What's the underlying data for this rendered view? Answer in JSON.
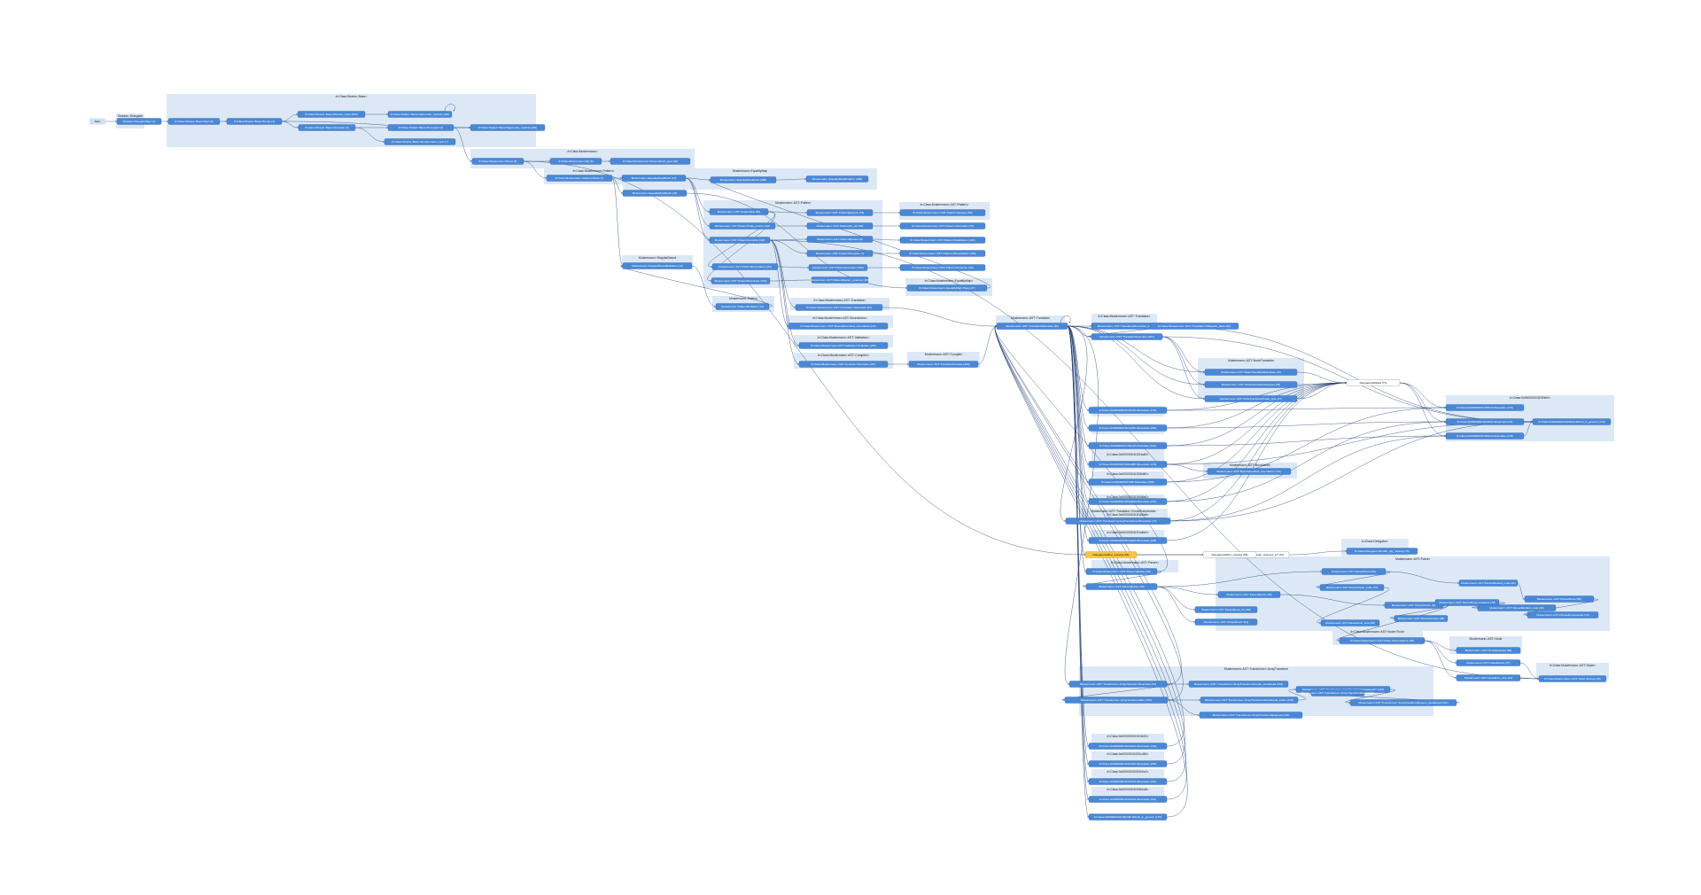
{
  "clusters": [
    {
      "id": "c1",
      "label": "Shadow::Delegator"
    },
    {
      "id": "c2",
      "label": "#<Class:Stratos::Base>"
    },
    {
      "id": "c3",
      "label": "#<Class:Mustermann>"
    },
    {
      "id": "c4",
      "label": "#<Class:Mustermann::Pattern>"
    },
    {
      "id": "c5",
      "label": "Mustermann::EqualityMap"
    },
    {
      "id": "c6",
      "label": "#<Class:Mustermann::AST::Pattern>"
    },
    {
      "id": "c7",
      "label": "Mustermann::AST::Pattern"
    },
    {
      "id": "c8",
      "label": "Mustermann::RegularBased"
    },
    {
      "id": "c9",
      "label": "#<Class:Mustermann::EqualityMap>"
    },
    {
      "id": "c10",
      "label": "Mustermann::Pattern"
    },
    {
      "id": "c11",
      "label": "#<Class:Mustermann::AST::Translator>"
    },
    {
      "id": "c12",
      "label": "#<Class:Mustermann::AST::Boundaries>"
    },
    {
      "id": "c13",
      "label": "#<Class:Mustermann::AST::Validation>"
    },
    {
      "id": "c14",
      "label": "#<Class:Mustermann::AST::Compiler>"
    },
    {
      "id": "c15",
      "label": "Mustermann::AST::Compiler"
    },
    {
      "id": "c16",
      "label": "Mustermann::AST::Translator"
    },
    {
      "id": "c17",
      "label": "#<Class:Mustermann::AST::Translator>"
    },
    {
      "id": "c18",
      "label": "Mustermann::AST::NodeTranslator"
    },
    {
      "id": "c19",
      "label": "#<Class:0x00000001f1f20fe0>"
    },
    {
      "id": "c20",
      "label": "Mustermann::AST::Boundaries"
    },
    {
      "id": "c21",
      "label": "Mustermann::AST::Translator::GroupTransformer"
    },
    {
      "id": "c22",
      "label": "#<Class:Delegator>"
    },
    {
      "id": "c23",
      "label": "Mustermann::AST::Parser"
    },
    {
      "id": "c24",
      "label": "#<Class:Mustermann::AST::Parser>"
    },
    {
      "id": "c25",
      "label": "#<Class:Mustermann::AST::Node::Root>"
    },
    {
      "id": "c26",
      "label": "Mustermann::AST::Node"
    },
    {
      "id": "c27",
      "label": "#<Class:Mustermann::AST::Node>"
    },
    {
      "id": "c28",
      "label": "Mustermann::AST::Transformer::ArrayTransform"
    },
    {
      "id": "c29",
      "label": "#<Class:0x00000001f1f16c40>"
    },
    {
      "id": "c30",
      "label": "#<Class:0x00000001f1f1a258>"
    },
    {
      "id": "c31",
      "label": "#<Class:0x00000001f1f0a1f0>"
    },
    {
      "id": "c32",
      "label": "#<Class:0x00000001f1f0e688>"
    },
    {
      "id": "c33",
      "label": "#<Class:0x00000001f1f0ff>"
    },
    {
      "id": "c34",
      "label": "#<Class:0x00000001f1f0d8a0>"
    },
    {
      "id": "c35",
      "label": "#<Class:0x00000001f1f1b5d8>"
    },
    {
      "id": "c36",
      "label": "#<Class:0x00000001f1f1a8e0>"
    },
    {
      "id": "c37",
      "label": "#<Class:0x00000001f1f24b20>"
    },
    {
      "id": "c38",
      "label": "#<Class:0x00000001f1f2c460>"
    },
    {
      "id": "c39",
      "label": "#<Class:0x00000001f1f2e0c0>"
    },
    {
      "id": "c40",
      "label": "#<Class:0x00000001f1f3b2d8>"
    },
    {
      "id": "c41",
      "label": "#<Class:0x00000001f1f34a80>"
    },
    {
      "id": "c42",
      "label": "#<Class:0x00000001f1f36d60>"
    }
  ],
  "nodes": [
    {
      "id": "start",
      "label": "Start"
    },
    {
      "id": "n1",
      "label": "Shadow::Delegator#get (1)"
    },
    {
      "id": "n2",
      "label": "#<Class:Stratos::Base>#get (2)"
    },
    {
      "id": "n3",
      "label": "#<Class:Stratos::Base>#route (3)"
    },
    {
      "id": "n4",
      "label": "#<Class:Stratos::Base>#invoke_hook (202)"
    },
    {
      "id": "n5",
      "label": "#<Class:Stratos::Base>#generate_method (202)"
    },
    {
      "id": "n6",
      "label": "#<Class:Stratos::Base>#compile (4)"
    },
    {
      "id": "n7",
      "label": "#<Class:Stratos::Base>#compile! (4)"
    },
    {
      "id": "n8",
      "label": "#<Class:Stratos::Base>#mustermann_opts (7)"
    },
    {
      "id": "n9",
      "label": "#<Class:Stratos::Base>#generate_method (202)"
    },
    {
      "id": "n10",
      "label": "#<Class:Mustermann>#new (5)"
    },
    {
      "id": "n11",
      "label": "#<Class:Mustermann>#[] (6)"
    },
    {
      "id": "n12",
      "label": "#<Class:Mustermann>#normalized_type (10)"
    },
    {
      "id": "n13",
      "label": "#<Class:Mustermann::Pattern>#new (7)"
    },
    {
      "id": "n14",
      "label": "Mustermann::EqualityMap#fetch (13)"
    },
    {
      "id": "n15",
      "label": "Mustermann::EqualityMap#track (285)"
    },
    {
      "id": "n16",
      "label": "Mustermann::EqualityMap#finalizer (288)"
    },
    {
      "id": "n17",
      "label": "Mustermann::EqualityMap#fetch (23)"
    },
    {
      "id": "n18",
      "label": "Mustermann::AST::Pattern#ast (90)"
    },
    {
      "id": "n19",
      "label": "Mustermann::AST::Pattern#map_param (118)"
    },
    {
      "id": "n20",
      "label": "Mustermann::AST::Pattern#compile (103)"
    },
    {
      "id": "n21",
      "label": "Mustermann::AST::Pattern#params (76)"
    },
    {
      "id": "n22",
      "label": "Mustermann::AST::Pattern#to_ast (83)"
    },
    {
      "id": "n23",
      "label": "Mustermann::AST::Pattern#parser (9)"
    },
    {
      "id": "n24",
      "label": "Mustermann::AST::Pattern#compiler (7)"
    },
    {
      "id": "n25",
      "label": "Mustermann::AST::Pattern#boundaries (84)"
    },
    {
      "id": "n26",
      "label": "Mustermann::AST::Pattern#translator (110)"
    },
    {
      "id": "n27",
      "label": "Mustermann::AST::Pattern#param_scanner (109)"
    },
    {
      "id": "n28",
      "label": "Mustermann::AST::Pattern#compiler (106)"
    },
    {
      "id": "n29",
      "label": "#<Class:Mustermann::AST::Pattern>#parser (60)"
    },
    {
      "id": "n30",
      "label": "#<Class:Mustermann::AST::Pattern>#compiler (73)"
    },
    {
      "id": "n31",
      "label": "#<Class:Mustermann::AST::Pattern>#validation (103)"
    },
    {
      "id": "n32",
      "label": "#<Class:Mustermann::AST::Pattern>#boundaries (108)"
    },
    {
      "id": "n33",
      "label": "#<Class:Mustermann::AST::Pattern>#scanner (90)"
    },
    {
      "id": "n34",
      "label": "Mustermann::RegularBased#initialize (13)"
    },
    {
      "id": "n35",
      "label": "Mustermann::Pattern#initialize (72)"
    },
    {
      "id": "n36",
      "label": "#<Class:Mustermann::EqualityMap>#new (27)"
    },
    {
      "id": "n37",
      "label": "#<Class:Mustermann::AST::Translator>#translate (64)"
    },
    {
      "id": "n38",
      "label": "#<Class:Mustermann::AST::Boundaries>#set_boundaries (15)"
    },
    {
      "id": "n39",
      "label": "#<Class:Mustermann::AST::Validation>#validate (230)"
    },
    {
      "id": "n40",
      "label": "#<Class:Mustermann::AST::Compiler>#compile (187)"
    },
    {
      "id": "n41",
      "label": "Mustermann::AST::Compiler#compile (159)"
    },
    {
      "id": "n42",
      "label": "Mustermann::AST::Translator#translate (96)"
    },
    {
      "id": "n43",
      "label": "Mustermann::AST::Translator#decorator_for (79)"
    },
    {
      "id": "n44",
      "label": "#<Class:Mustermann::AST::Translator>#dispatch_table (36)"
    },
    {
      "id": "n45",
      "label": "Mustermann::AST::NodeTranslator#translate (19)"
    },
    {
      "id": "n46",
      "label": "Mustermann::AST::NodeTranslator#payload (25)"
    },
    {
      "id": "n47",
      "label": "Mustermann::AST::NodeTranslator#node_type (27)"
    },
    {
      "id": "n48",
      "label": "Mustermann::AST::Translator#translate (101)"
    },
    {
      "id": "n49",
      "label": "DelegatorAt#alias (71)"
    },
    {
      "id": "n50",
      "label": "#<Class:0x00000001f1f20fe0>#translate (176)"
    },
    {
      "id": "n51",
      "label": "#<Class:0x00000001f1f20fe0>#payload (174)"
    },
    {
      "id": "n52",
      "label": "#<Class:0x00000001f1f20fe0>#translate (178)"
    },
    {
      "id": "n53",
      "label": "#<Class:0x00000001f1f20fe0>#block_in_generic (179)"
    },
    {
      "id": "n54",
      "label": "#<Class:0x00000001f1f16c40>#translate (178)"
    },
    {
      "id": "n55",
      "label": "#<Class:0x00000001f1f1a258>#translate (205)"
    },
    {
      "id": "n56",
      "label": "#<Class:0x00000001f1f0a1f0>#translate (190)"
    },
    {
      "id": "n57",
      "label": "#<Class:0x00000001f1f0e688>#translate (178)"
    },
    {
      "id": "n58",
      "label": "#<Class:0x00000001f1f0ff>#translate (158)"
    },
    {
      "id": "n59",
      "label": "#<Class:0x00000001f1f0d8a0>#translate (207)"
    },
    {
      "id": "n60",
      "label": "#<Class:0x00000001f1f1b5d8>#translate (206)"
    },
    {
      "id": "n61",
      "label": "Mustermann::AST::Boundaries#set_boundaries (107)"
    },
    {
      "id": "n62",
      "label": "Mustermann::AST::Translator::GroupTransformer#translate (77)"
    },
    {
      "id": "n63",
      "label": "#<Class:0x00000001f1f1a8e0>#translate (225)"
    },
    {
      "id": "n64",
      "label": "DelegatorAt#but_missing (66)"
    },
    {
      "id": "n65",
      "label": "DelegatorAt#begin_respond_to? (67)"
    },
    {
      "id": "n66",
      "label": "#<Class:Delegator>#public_api_missing (76)"
    },
    {
      "id": "n67",
      "label": "#<Class:Mustermann::AST::Parser>#parse (53)"
    },
    {
      "id": "n68",
      "label": "Mustermann::AST::Parser#parse (28)"
    },
    {
      "id": "n69",
      "label": "Mustermann::AST::Parser#read (34)"
    },
    {
      "id": "n70",
      "label": "Mustermann::AST::Parser#read_suffix (57)"
    },
    {
      "id": "n71",
      "label": "Mustermann::AST::Parser#getch (46)"
    },
    {
      "id": "n72",
      "label": "Mustermann::AST::Parser#node (48)"
    },
    {
      "id": "n73",
      "label": "Mustermann::AST::Parser#default_node (92)"
    },
    {
      "id": "n74",
      "label": "Mustermann::AST::Parser#read_brackets (79)"
    },
    {
      "id": "n75",
      "label": "Mustermann::AST::Parser#default_node (46)"
    },
    {
      "id": "n76",
      "label": "Mustermann::AST::Parser#read_list (58)"
    },
    {
      "id": "n77",
      "label": "Mustermann::AST::Parser#eos? (41)"
    },
    {
      "id": "n78",
      "label": "Mustermann::AST::Parser#expect (98)"
    },
    {
      "id": "n79",
      "label": "Mustermann::AST::Parser#scan (58)"
    },
    {
      "id": "n80",
      "label": "Mustermann::AST::Parser#unexpected (72)"
    },
    {
      "id": "n81",
      "label": "Mustermann::AST::Parser#min_size (48)"
    },
    {
      "id": "n82",
      "label": "#<Class:Mustermann::AST::Node::Root>#parse (38)"
    },
    {
      "id": "n83",
      "label": "Mustermann::AST::Node#payload (59)"
    },
    {
      "id": "n84",
      "label": "Mustermann::AST::Node#parse (37)"
    },
    {
      "id": "n85",
      "label": "Mustermann::AST::Node#min_size (23)"
    },
    {
      "id": "n86",
      "label": "#<Class:Mustermann::AST::Node>#parse (28)"
    },
    {
      "id": "n87",
      "label": "Mustermann::AST::Transformer::ArrayTransform#translate (33)"
    },
    {
      "id": "n88",
      "label": "Mustermann::AST::Transformer::ArrayTransform#create_lookahead (134)"
    },
    {
      "id": "n89",
      "label": "Mustermann::AST::Transformer::ArrayTransform#list (159)"
    },
    {
      "id": "n90",
      "label": "Mustermann::AST::Transformer::ArrayTransform#lookahead_buffer (126)"
    },
    {
      "id": "n91",
      "label": "Mustermann::AST::Transformer::ArrayTransform#lookahead? (128)"
    },
    {
      "id": "n92",
      "label": "Mustermann::AST::Transformer::ArrayTransform#expect_lookahead (131)"
    },
    {
      "id": "n93",
      "label": "Mustermann::AST::Transformer::ArrayTransform#payload (132)"
    },
    {
      "id": "n94",
      "label": "Mustermann::AST::Transformer::ArrayTransform#track (119)"
    },
    {
      "id": "n95",
      "label": "#<Class:0x00000001f1f24b20>#translate (191)"
    },
    {
      "id": "n96",
      "label": "#<Class:0x00000001f1f2c460>#translate (208)"
    },
    {
      "id": "n97",
      "label": "#<Class:0x00000001f1f2e0c0>#translate (182)"
    },
    {
      "id": "n98",
      "label": "#<Class:0x00000001f1f3b2d8>#translate (211)"
    },
    {
      "id": "n99",
      "label": "DelegatorAt#but_missing (66)"
    },
    {
      "id": "n100",
      "label": "#<Class:0x00000001f1f3b2d8>#block_in_generic (178)"
    }
  ]
}
